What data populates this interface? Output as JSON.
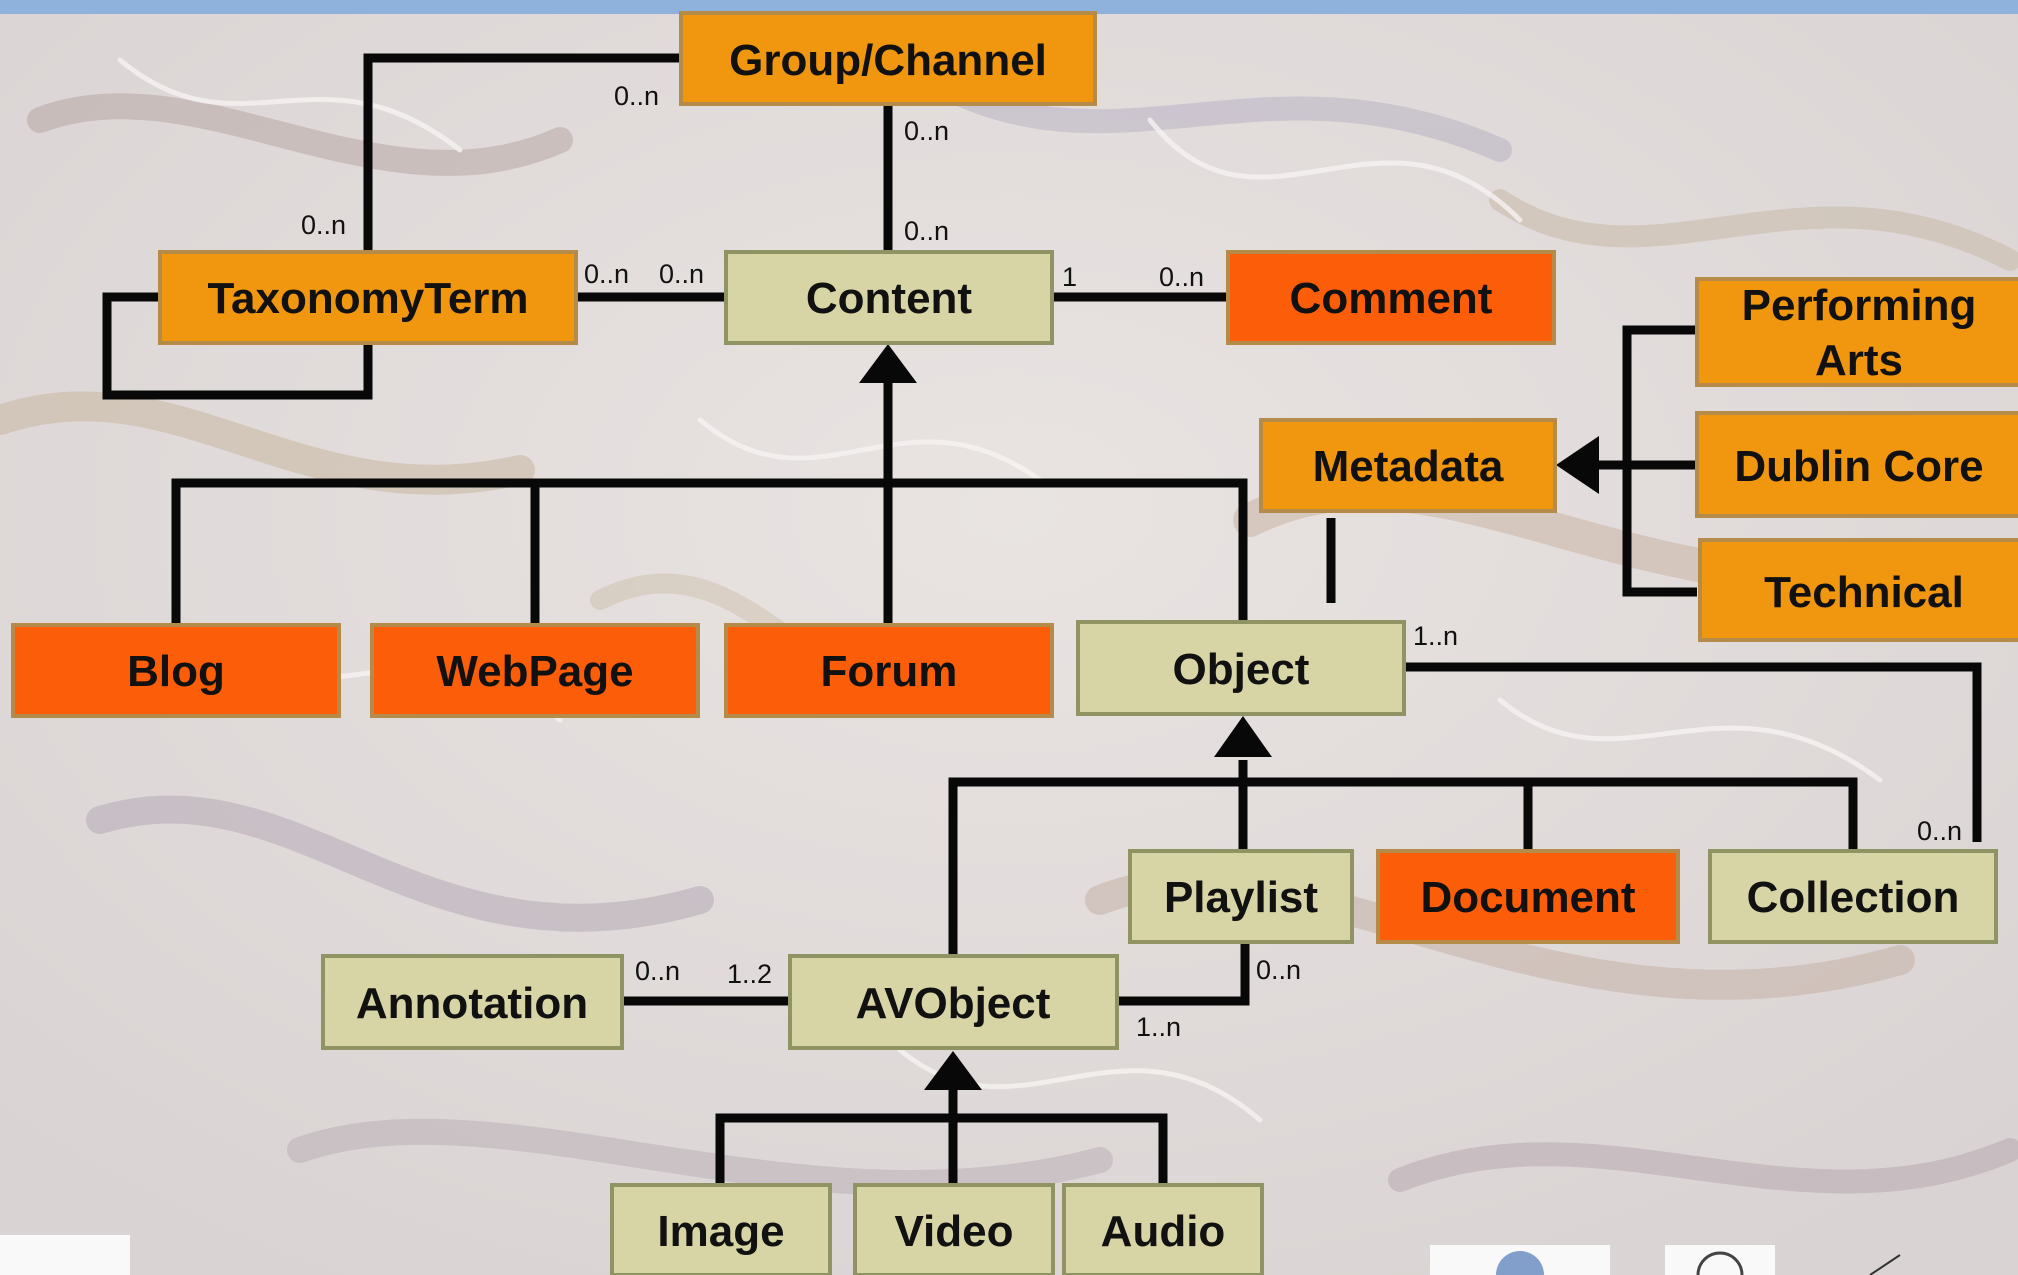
{
  "colors": {
    "entity_orange": "#f0960f",
    "entity_red_orange": "#fc5d08",
    "entity_khaki": "#d7d4a5",
    "box_border_orange": "#b58b4a",
    "box_border_khaki": "#8f9462",
    "line": "#080808",
    "top_bar": "#8fb2dc"
  },
  "nodes": {
    "group_channel": "Group/Channel",
    "taxonomy_term": "TaxonomyTerm",
    "content": "Content",
    "comment": "Comment",
    "performing_arts_line1": "Performing",
    "performing_arts_line2": "Arts",
    "metadata": "Metadata",
    "dublin_core": "Dublin Core",
    "technical": "Technical",
    "blog": "Blog",
    "webpage": "WebPage",
    "forum": "Forum",
    "object": "Object",
    "playlist": "Playlist",
    "document": "Document",
    "collection": "Collection",
    "annotation": "Annotation",
    "avobject": "AVObject",
    "image": "Image",
    "video": "Video",
    "audio": "Audio"
  },
  "multiplicities": {
    "group_left": "0..n",
    "group_down": "0..n",
    "taxonomy_up": "0..n",
    "content_up": "0..n",
    "taxonomy_right": "0..n",
    "content_left": "0..n",
    "content_right": "1",
    "comment_left": "0..n",
    "object_right": "1..n",
    "collection_up": "0..n",
    "annotation_right": "0..n",
    "avobject_left": "1..2",
    "playlist_down": "0..n",
    "avobject_right": "1..n"
  }
}
